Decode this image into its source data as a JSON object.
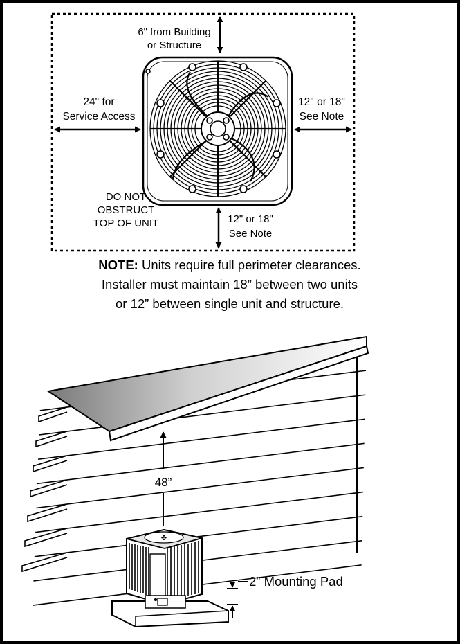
{
  "top_view": {
    "front_clearance": {
      "line1": "6\" from Building",
      "line2": "or Structure"
    },
    "left_clearance": {
      "line1": "24\" for",
      "line2": "Service Access"
    },
    "right_clearance": {
      "line1": "12\" or 18\"",
      "line2": "See Note"
    },
    "bottom_clearance": {
      "line1": "12\" or 18\"",
      "line2": "See Note"
    },
    "warning": {
      "line1": "DO NOT",
      "line2": "OBSTRUCT",
      "line3": "TOP OF UNIT"
    }
  },
  "note": {
    "label": "NOTE:",
    "line1": " Units require full perimeter clearances.",
    "line2": "Installer must maintain 18” between two units",
    "line3": "or 12” between single unit and structure."
  },
  "side_view": {
    "overhang_clearance": "48”",
    "pad_label": "2” Mounting Pad"
  }
}
